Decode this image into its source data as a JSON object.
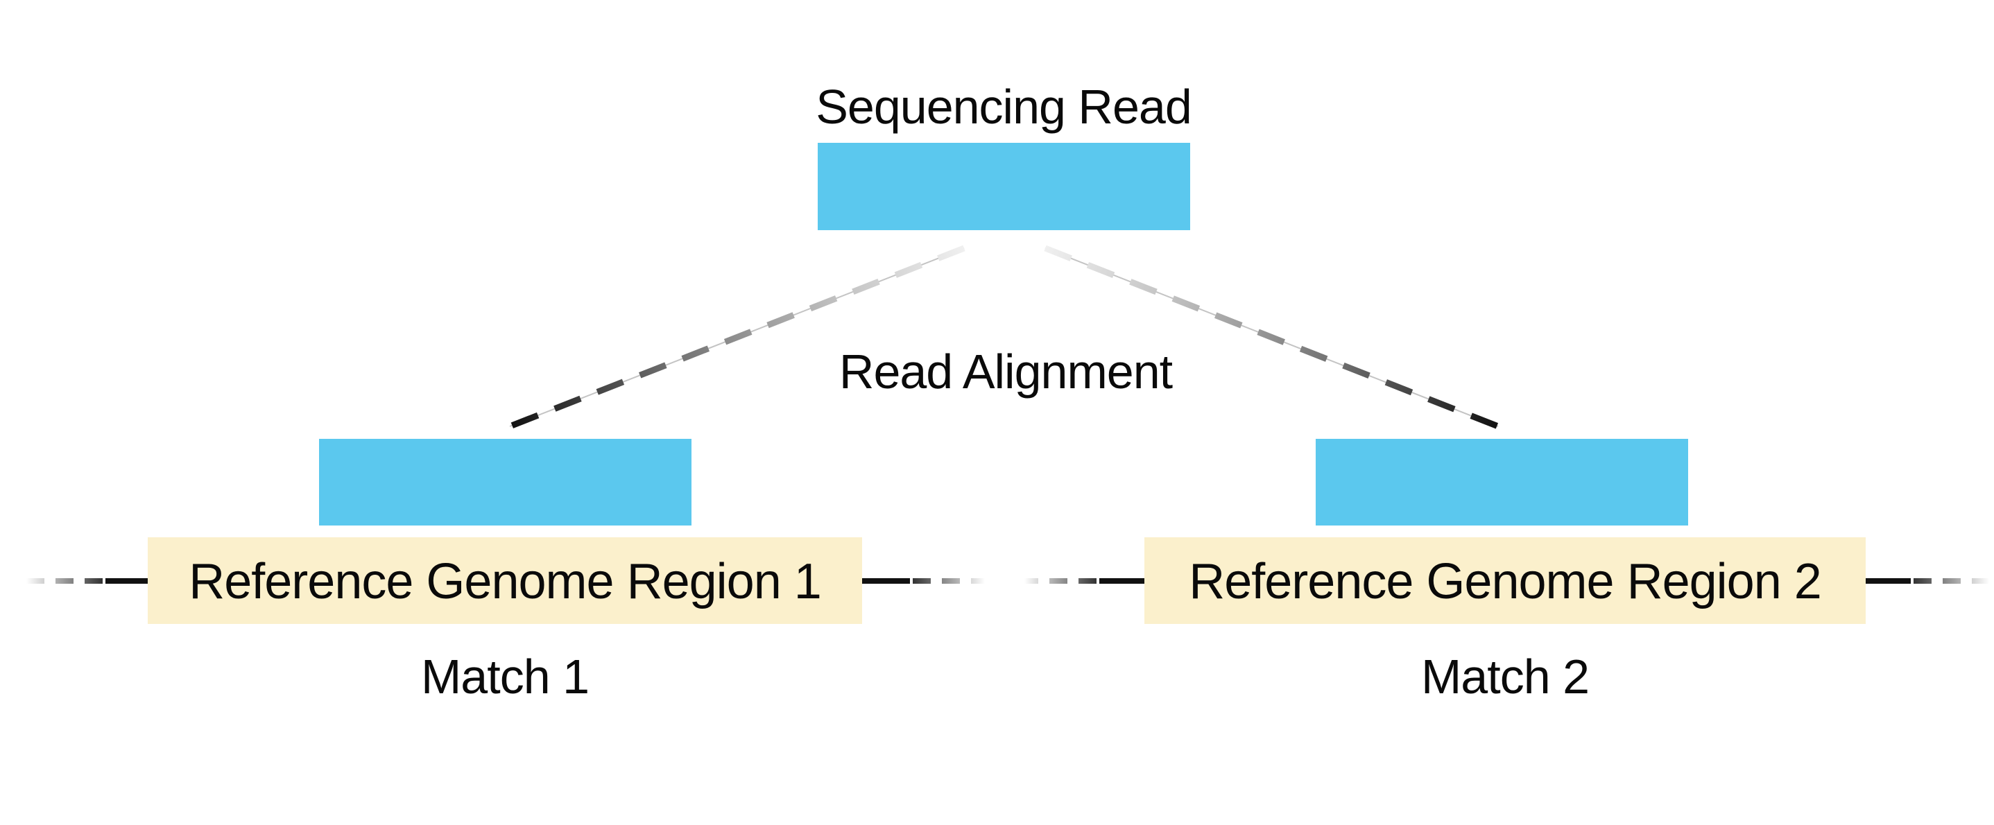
{
  "diagram": {
    "sequencing_read_label": "Sequencing Read",
    "read_alignment_label": "Read Alignment",
    "region_1_label": "Reference Genome Region 1",
    "region_2_label": "Reference Genome Region 2",
    "match_1_label": "Match 1",
    "match_2_label": "Match 2",
    "colors": {
      "read_fill": "#5BC8EE",
      "region_fill": "#FBF0CC",
      "text": "#0a0a0a",
      "line_dark": "#111111",
      "line_light": "#d9d9d9"
    }
  }
}
